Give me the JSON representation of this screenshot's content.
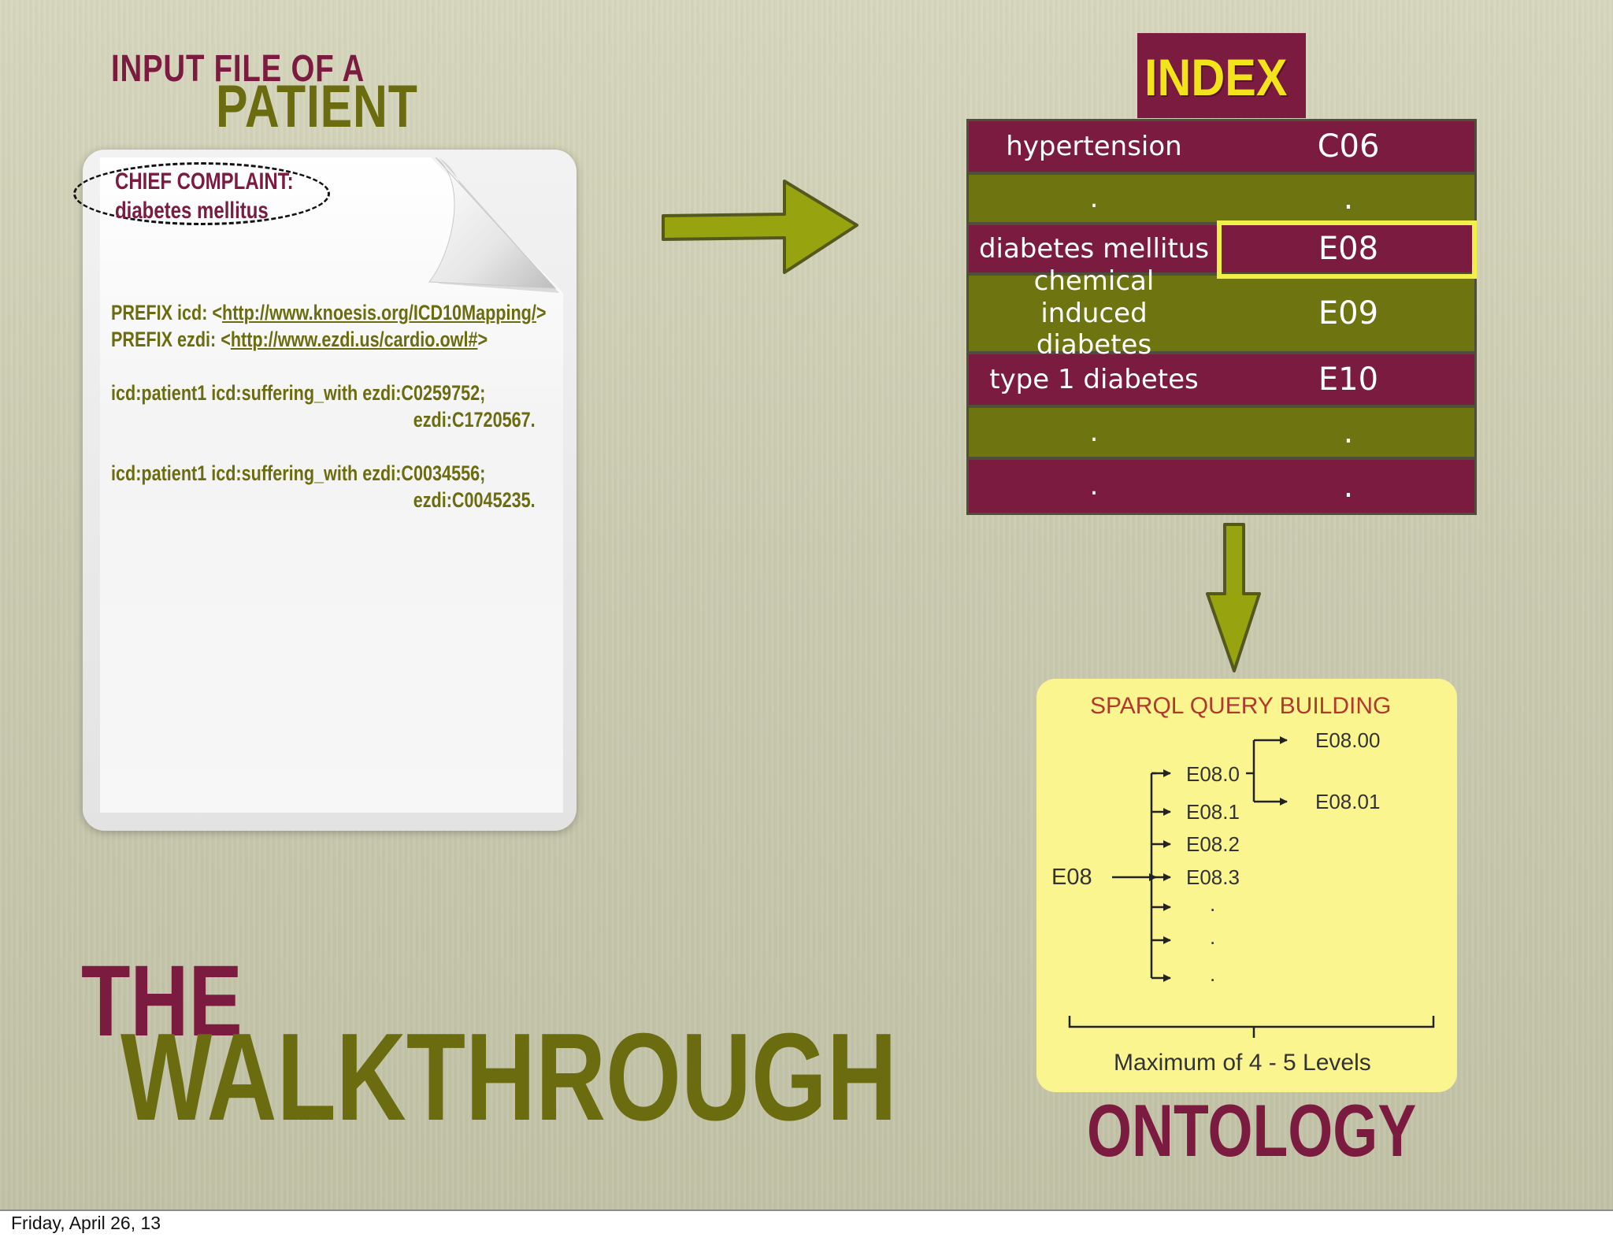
{
  "header": {
    "input_line1": "INPUT FILE OF A",
    "input_line2": "PATIENT"
  },
  "document": {
    "chief_complaint_label": "CHIEF COMPLAINT:",
    "chief_complaint_value": "diabetes mellitus",
    "prefix1_text": "PREFIX icd: <",
    "prefix1_url": "http://www.knoesis.org/ICD10Mapping/",
    "prefix1_close": ">",
    "prefix2_text": "PREFIX ezdi: <",
    "prefix2_url": "http://www.ezdi.us/cardio.owl#",
    "prefix2_close": ">",
    "triple1_line1": "icd:patient1 icd:suffering_with ezdi:C0259752;",
    "triple1_line2": "ezdi:C1720567.",
    "triple2_line1": "icd:patient1 icd:suffering_with ezdi:C0034556;",
    "triple2_line2": "ezdi:C0045235."
  },
  "index": {
    "label": "INDEX",
    "rows": [
      {
        "term": "hypertension",
        "code": "C06",
        "color": "maroon"
      },
      {
        "term": ".",
        "code": ".",
        "color": "olive"
      },
      {
        "term": "diabetes mellitus",
        "code": "E08",
        "color": "maroon",
        "highlighted": true
      },
      {
        "term": "chemical induced diabetes",
        "code": "E09",
        "color": "olive"
      },
      {
        "term": "type 1 diabetes",
        "code": "E10",
        "color": "maroon"
      },
      {
        "term": ".",
        "code": ".",
        "color": "olive"
      },
      {
        "term": ".",
        "code": ".",
        "color": "maroon"
      }
    ]
  },
  "ontology": {
    "box_title": "SPARQL QUERY BUILDING",
    "root": "E08",
    "children": [
      "E08.0",
      "E08.1",
      "E08.2",
      "E08.3",
      ".",
      ".",
      "."
    ],
    "grandchildren": [
      "E08.00",
      "E08.01"
    ],
    "caption": "Maximum of 4 - 5 Levels",
    "heading": "ONTOLOGY"
  },
  "title": {
    "line1": "THE",
    "line2": "WALKTHROUGH"
  },
  "footer": {
    "date": "Friday, April 26, 13"
  },
  "colors": {
    "maroon": "#7a1b3f",
    "olive": "#6e7410",
    "highlight": "#f1f04a",
    "index_label": "#f2e31b",
    "ontology_box": "#fbf58f"
  }
}
